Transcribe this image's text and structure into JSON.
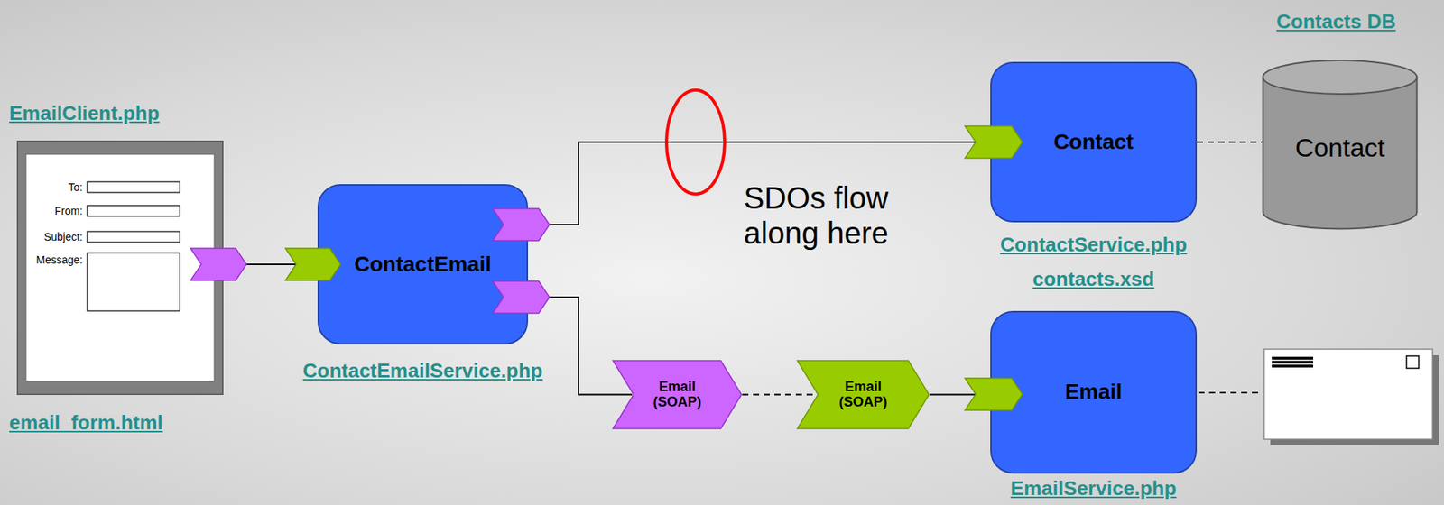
{
  "diagram": {
    "nodes": [
      {
        "text": [
          "EmailClient.php",
          "To:",
          "From:",
          "Subject:",
          "Message:",
          "email_form.html"
        ]
      },
      {
        "text": [
          "ContactEmail",
          "ContactEmailService.php"
        ]
      },
      {
        "text": [
          "Contact",
          "ContactService.php",
          "contacts.xsd"
        ]
      },
      {
        "text": [
          "Contacts DB",
          "Contact"
        ]
      },
      {
        "text": [
          "Email (SOAP)"
        ]
      },
      {
        "text": [
          "Email (SOAP)"
        ]
      },
      {
        "text": [
          "Email",
          "EmailService.php"
        ]
      }
    ],
    "edges": [
      {
        "from": 0,
        "to": 1,
        "arrow": "none"
      },
      {
        "from": 1,
        "to": 2,
        "arrow": "none"
      },
      {
        "from": 1,
        "to": 4,
        "arrow": "none"
      },
      {
        "from": 4,
        "to": 5,
        "arrow": "none"
      },
      {
        "from": 5,
        "to": 6,
        "arrow": "none"
      },
      {
        "from": 2,
        "to": 3,
        "arrow": "none"
      }
    ],
    "labels": [
      "SDOs flow along here"
    ]
  }
}
